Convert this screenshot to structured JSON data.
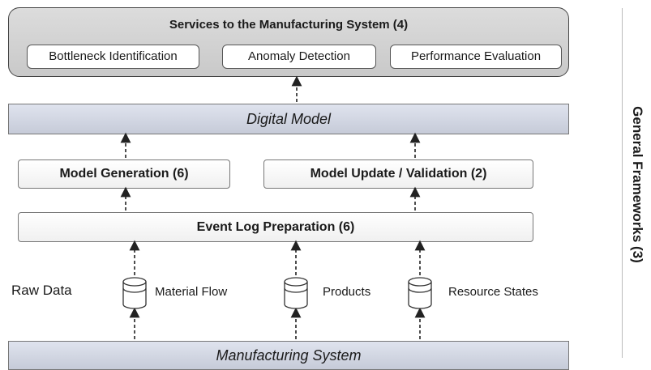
{
  "services": {
    "title": "Services to the Manufacturing System (4)",
    "items": [
      "Bottleneck Identification",
      "Anomaly Detection",
      "Performance Evaluation"
    ]
  },
  "digital_model": "Digital Model",
  "model_generation": "Model Generation (6)",
  "model_update": "Model Update / Validation (2)",
  "event_log": "Event Log Preparation (6)",
  "raw_data": {
    "label": "Raw Data",
    "sources": [
      "Material Flow",
      "Products",
      "Resource States"
    ]
  },
  "manufacturing_system": "Manufacturing System",
  "side_title": "General Frameworks (3)"
}
